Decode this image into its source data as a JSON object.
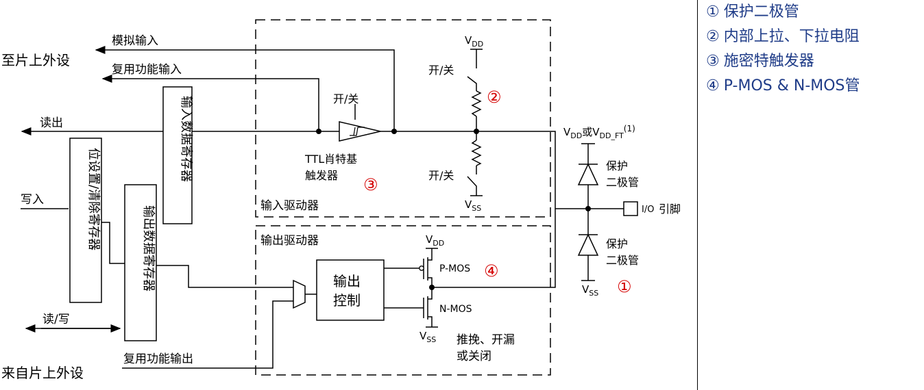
{
  "labels": {
    "peripheral_to": "至片上外设",
    "peripheral_from": "来自片上外设",
    "analog_input": "模拟输入",
    "af_input": "复用功能输入",
    "read": "读出",
    "write": "写入",
    "read_write": "读/写",
    "af_output": "复用功能输出",
    "input_data_reg": "输入数据寄存器",
    "bit_set_reset_reg": "位设置/清除寄存器",
    "output_data_reg": "输出数据寄存器",
    "on_off_schmitt": "开/关",
    "on_off_pullup": "开/关",
    "on_off_pulldown": "开/关",
    "schmitt_line1": "TTL肖特基",
    "schmitt_line2": "触发器",
    "input_driver": "输入驱动器",
    "output_driver": "输出驱动器",
    "output_control_line1": "输出",
    "output_control_line2": "控制",
    "pmos": "P-MOS",
    "nmos": "N-MOS",
    "mode_line1": "推挽、开漏",
    "mode_line2": "或关闭",
    "vdd": "V",
    "vdd_sub": "DD",
    "vss": "V",
    "vss_sub": "SS",
    "vdd_ft_v1": "V",
    "vdd_ft_sub1": "DD",
    "vdd_ft_or": "或",
    "vdd_ft_v2": "V",
    "vdd_ft_sub2": "DD_FT",
    "vdd_ft_note": "(1)",
    "protect1_line1": "保护",
    "protect1_line2": "二极管",
    "protect2_line1": "保护",
    "protect2_line2": "二极管",
    "io_pin_prefix": "I/O",
    "io_pin_suffix": "引脚"
  },
  "markers": {
    "m1": "①",
    "m2": "②",
    "m3": "③",
    "m4": "④"
  },
  "legend": [
    {
      "num": "①",
      "text": "保护二极管"
    },
    {
      "num": "②",
      "text": "内部上拉、下拉电阻"
    },
    {
      "num": "③",
      "text": "施密特触发器"
    },
    {
      "num": "④",
      "text": "P-MOS & N-MOS管"
    }
  ],
  "colors": {
    "marker": "#d40000",
    "legend_text": "#1f3c88"
  }
}
